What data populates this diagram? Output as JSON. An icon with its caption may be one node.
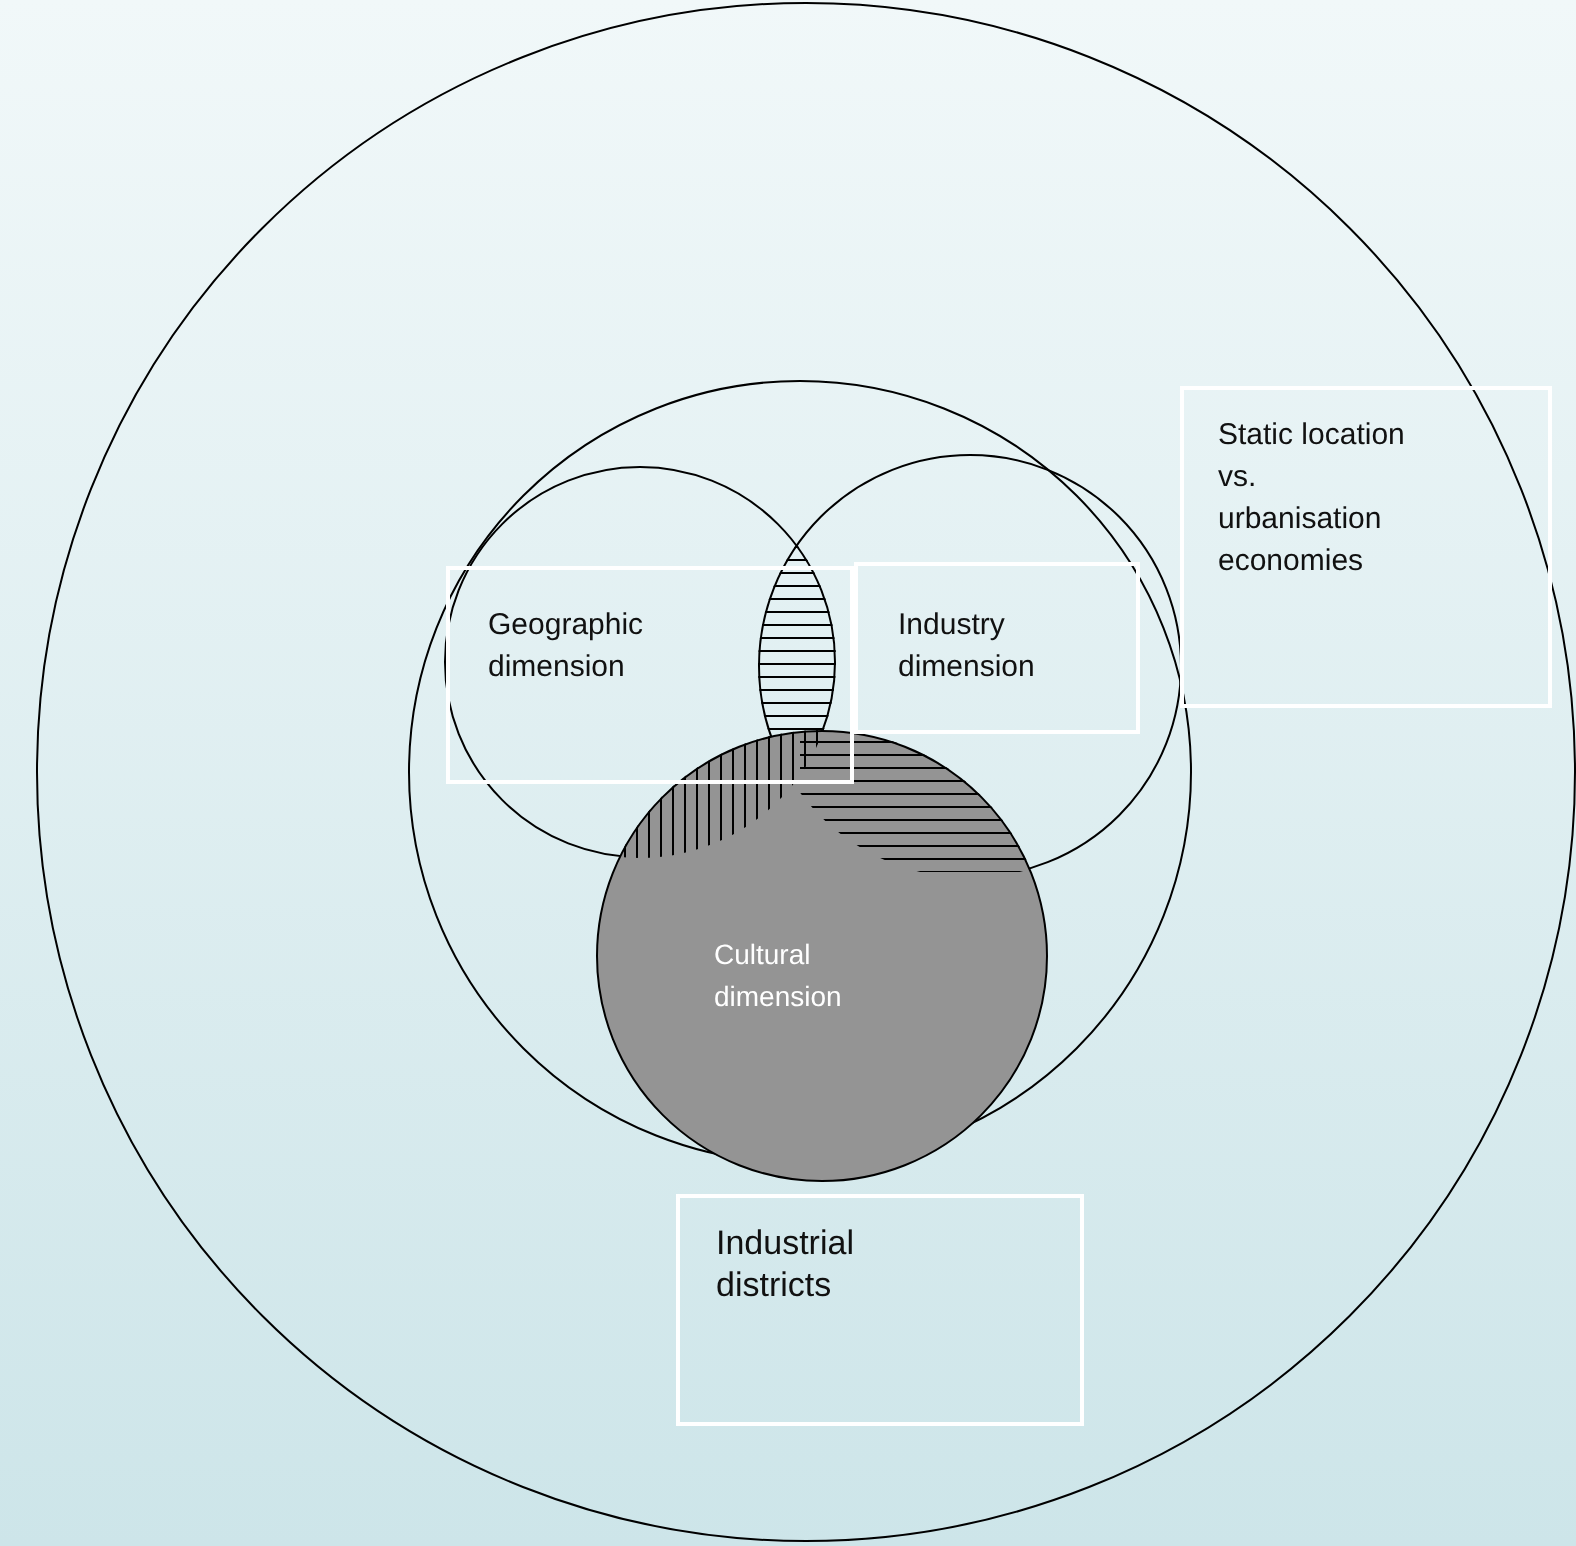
{
  "diagram": {
    "nodes": [
      {
        "text": [
          "Industrial districts"
        ]
      },
      {
        "text": [
          "Static location vs. urbanisation economies"
        ],
        "in": 0
      },
      {
        "text": [
          "Geographic dimension"
        ],
        "in": 1
      },
      {
        "text": [
          "Industry dimension"
        ],
        "in": 1
      },
      {
        "text": [
          "Cultural dimension"
        ],
        "in": 1
      }
    ]
  }
}
